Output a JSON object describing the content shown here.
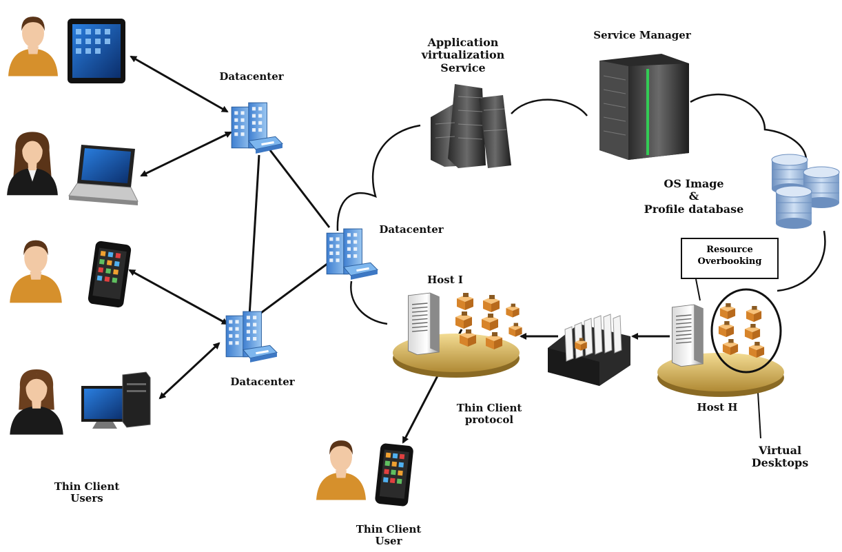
{
  "labels": {
    "datacenter_top": "Datacenter",
    "datacenter_middle": "Datacenter",
    "datacenter_bottom": "Datacenter",
    "app_virtualization": [
      "Application",
      "virtualization",
      "Service"
    ],
    "service_manager": "Service Manager",
    "os_image": [
      "OS  Image",
      "&",
      "Profile  database"
    ],
    "resource_overbooking": [
      "Resource",
      "Overbooking"
    ],
    "host_i": "Host I",
    "host_h": "Host H",
    "thin_client_protocol": [
      "Thin Client",
      "protocol"
    ],
    "virtual_desktops": [
      "Virtual",
      "Desktops"
    ],
    "thin_client_users": [
      "Thin Client",
      "Users"
    ],
    "thin_client_user": [
      "Thin Client",
      "User"
    ]
  },
  "icons": {
    "users": [
      "male-user-icon",
      "female-user-icon",
      "male-user-icon",
      "female-user-icon"
    ],
    "devices": [
      "tablet-icon",
      "laptop-icon",
      "smartphone-icon",
      "desktop-computer-icon"
    ],
    "datacenters": [
      "building-icon",
      "building-icon",
      "building-icon"
    ],
    "servers": [
      "server-rack-icon",
      "server-tower-icon",
      "database-icon",
      "blade-server-icon"
    ]
  },
  "colors": {
    "skin": "#f2c9a5",
    "hair_brown": "#5a3418",
    "shirt_orange": "#d6902c",
    "suit_black": "#1a1a1a",
    "building_blue": "#5f9fe0",
    "platform_gold": "#d9b45c",
    "vm_orange": "#e8993a",
    "db_blue": "#8fb0d8"
  }
}
